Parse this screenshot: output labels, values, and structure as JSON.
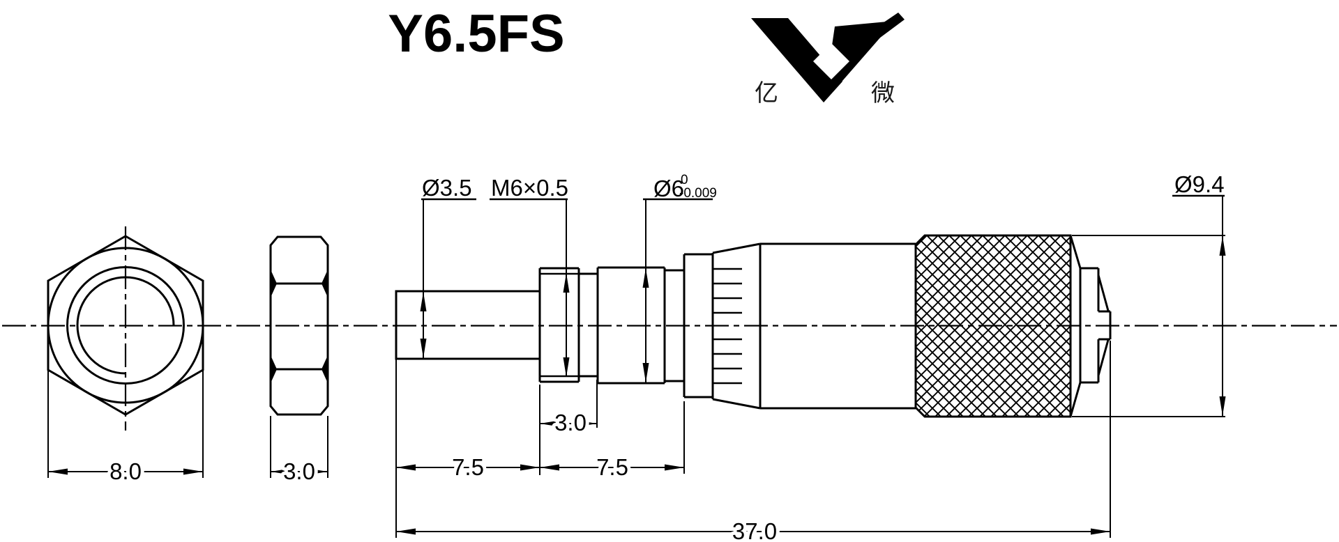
{
  "title": "Y6.5FS",
  "logo": {
    "char_left": "亿",
    "char_right": "微"
  },
  "labels": {
    "dia_tip": "Ø3.5",
    "thread": "M6×0.5",
    "dia_barrel": "Ø6",
    "tol_upper": "0",
    "tol_lower": "-0.009",
    "dia_knurl": "Ø9.4"
  },
  "dimensions": {
    "hex_across_flats": "8.0",
    "nut_thickness": "3.0",
    "tip_length": "7.5",
    "thread_length": "3.0",
    "mid_length": "7.5",
    "overall_length": "37.0"
  }
}
